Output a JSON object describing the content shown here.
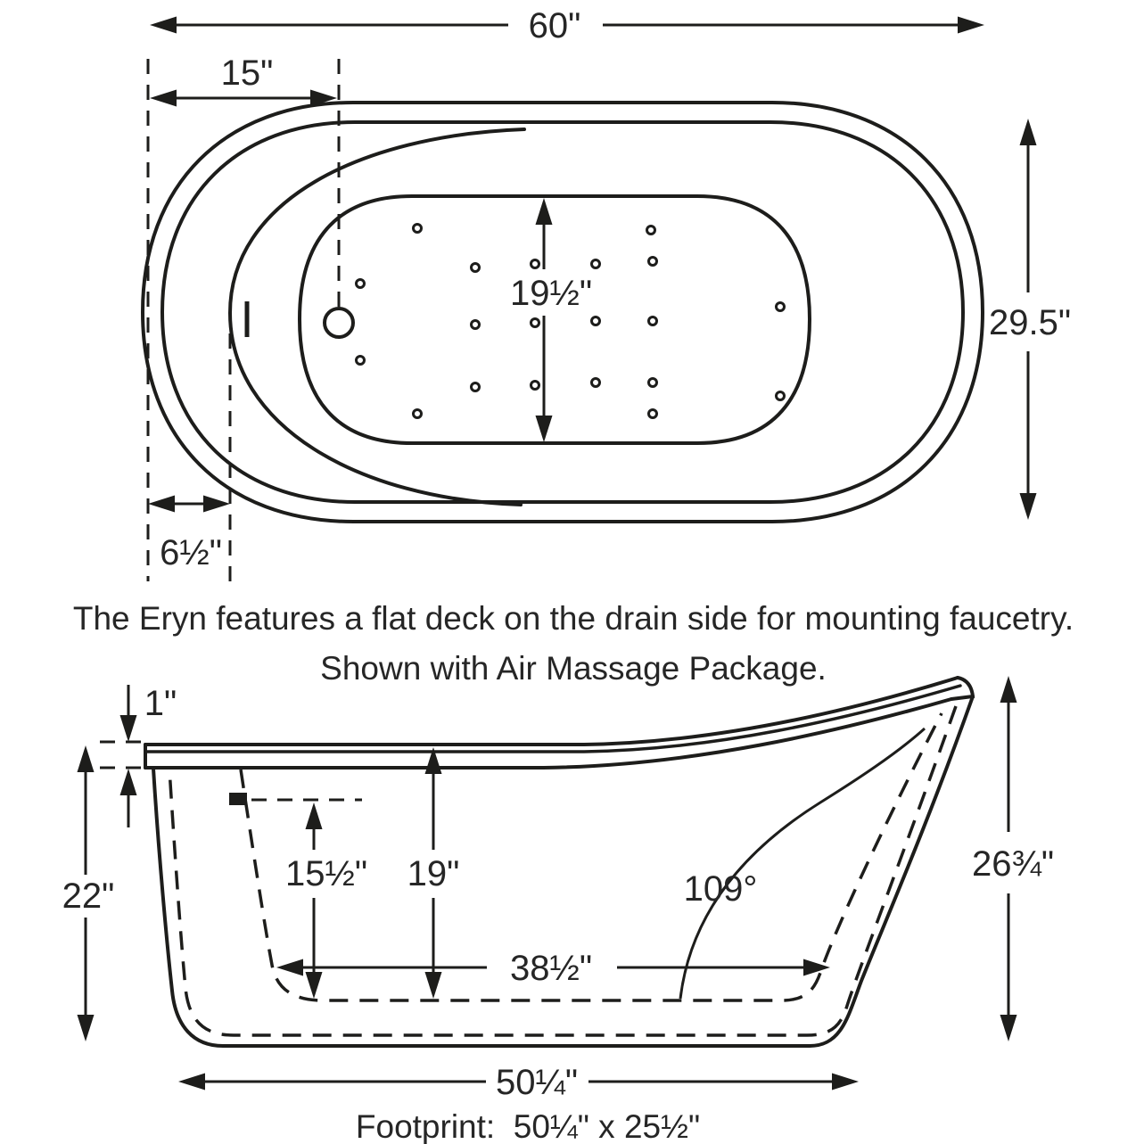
{
  "top_view": {
    "overall_length": "60\"",
    "deck_length": "15\"",
    "basin_width": "19½\"",
    "overall_width": "29.5\"",
    "deck_offset": "6½\""
  },
  "notes": {
    "line1": "The Eryn features a flat deck on the drain side for mounting faucetry.",
    "line2": "Shown with Air Massage Package."
  },
  "side_view": {
    "rim_thickness": "1\"",
    "front_height": "22\"",
    "soaking_depth": "15½\"",
    "interior_depth": "19\"",
    "backrest_angle": "109°",
    "basin_floor_length": "38½\"",
    "back_height": "26¾\"",
    "base_length": "50¼\""
  },
  "footer": {
    "footprint": "Footprint:  50¼\" x 25½\""
  },
  "colors": {
    "line": "#1d1d1b",
    "text": "#262626",
    "background": "#ffffff"
  }
}
